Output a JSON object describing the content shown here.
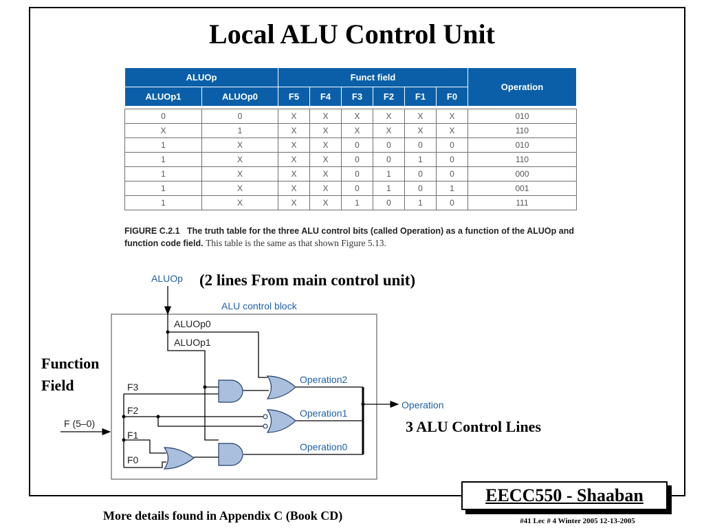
{
  "slide": {
    "title": "Local ALU Control Unit",
    "note_lines_from_main": "(2 lines From main control unit)",
    "function_field_label": "Function Field",
    "alu_control_lines_label": "3 ALU Control Lines",
    "more_details": "More details found in Appendix C (Book CD)"
  },
  "table": {
    "group_headers": [
      "ALUOp",
      "Funct field",
      "Operation"
    ],
    "sub_headers": [
      "ALUOp1",
      "ALUOp0",
      "F5",
      "F4",
      "F3",
      "F2",
      "F1",
      "F0"
    ],
    "rows": [
      [
        "0",
        "0",
        "X",
        "X",
        "X",
        "X",
        "X",
        "X",
        "010"
      ],
      [
        "X",
        "1",
        "X",
        "X",
        "X",
        "X",
        "X",
        "X",
        "110"
      ],
      [
        "1",
        "X",
        "X",
        "X",
        "0",
        "0",
        "0",
        "0",
        "010"
      ],
      [
        "1",
        "X",
        "X",
        "X",
        "0",
        "0",
        "1",
        "0",
        "110"
      ],
      [
        "1",
        "X",
        "X",
        "X",
        "0",
        "1",
        "0",
        "0",
        "000"
      ],
      [
        "1",
        "X",
        "X",
        "X",
        "0",
        "1",
        "0",
        "1",
        "001"
      ],
      [
        "1",
        "X",
        "X",
        "X",
        "1",
        "0",
        "1",
        "0",
        "111"
      ]
    ]
  },
  "caption": {
    "label": "FIGURE C.2.1",
    "bold_text": "The truth table for the three ALU control bits (called Operation) as a function of the ALUOp and function code field.",
    "plain_text": "This table is the same as that shown Figure 5.13."
  },
  "circuit": {
    "aluop_label": "ALUOp",
    "block_label": "ALU control block",
    "aluop0": "ALUOp0",
    "aluop1": "ALUOp1",
    "f_input": "F (5–0)",
    "f3": "F3",
    "f2": "F2",
    "f1": "F1",
    "f0": "F0",
    "op2": "Operation2",
    "op1": "Operation1",
    "op0": "Operation0",
    "operation": "Operation"
  },
  "footer": {
    "brand": "EECC550 - Shaaban",
    "meta": "#41   Lec # 4   Winter 2005   12-13-2005"
  },
  "colors": {
    "table_header": "#0b5fa8",
    "gate_fill": "#a9bfdd",
    "wire_label": "#1f5fa8"
  }
}
